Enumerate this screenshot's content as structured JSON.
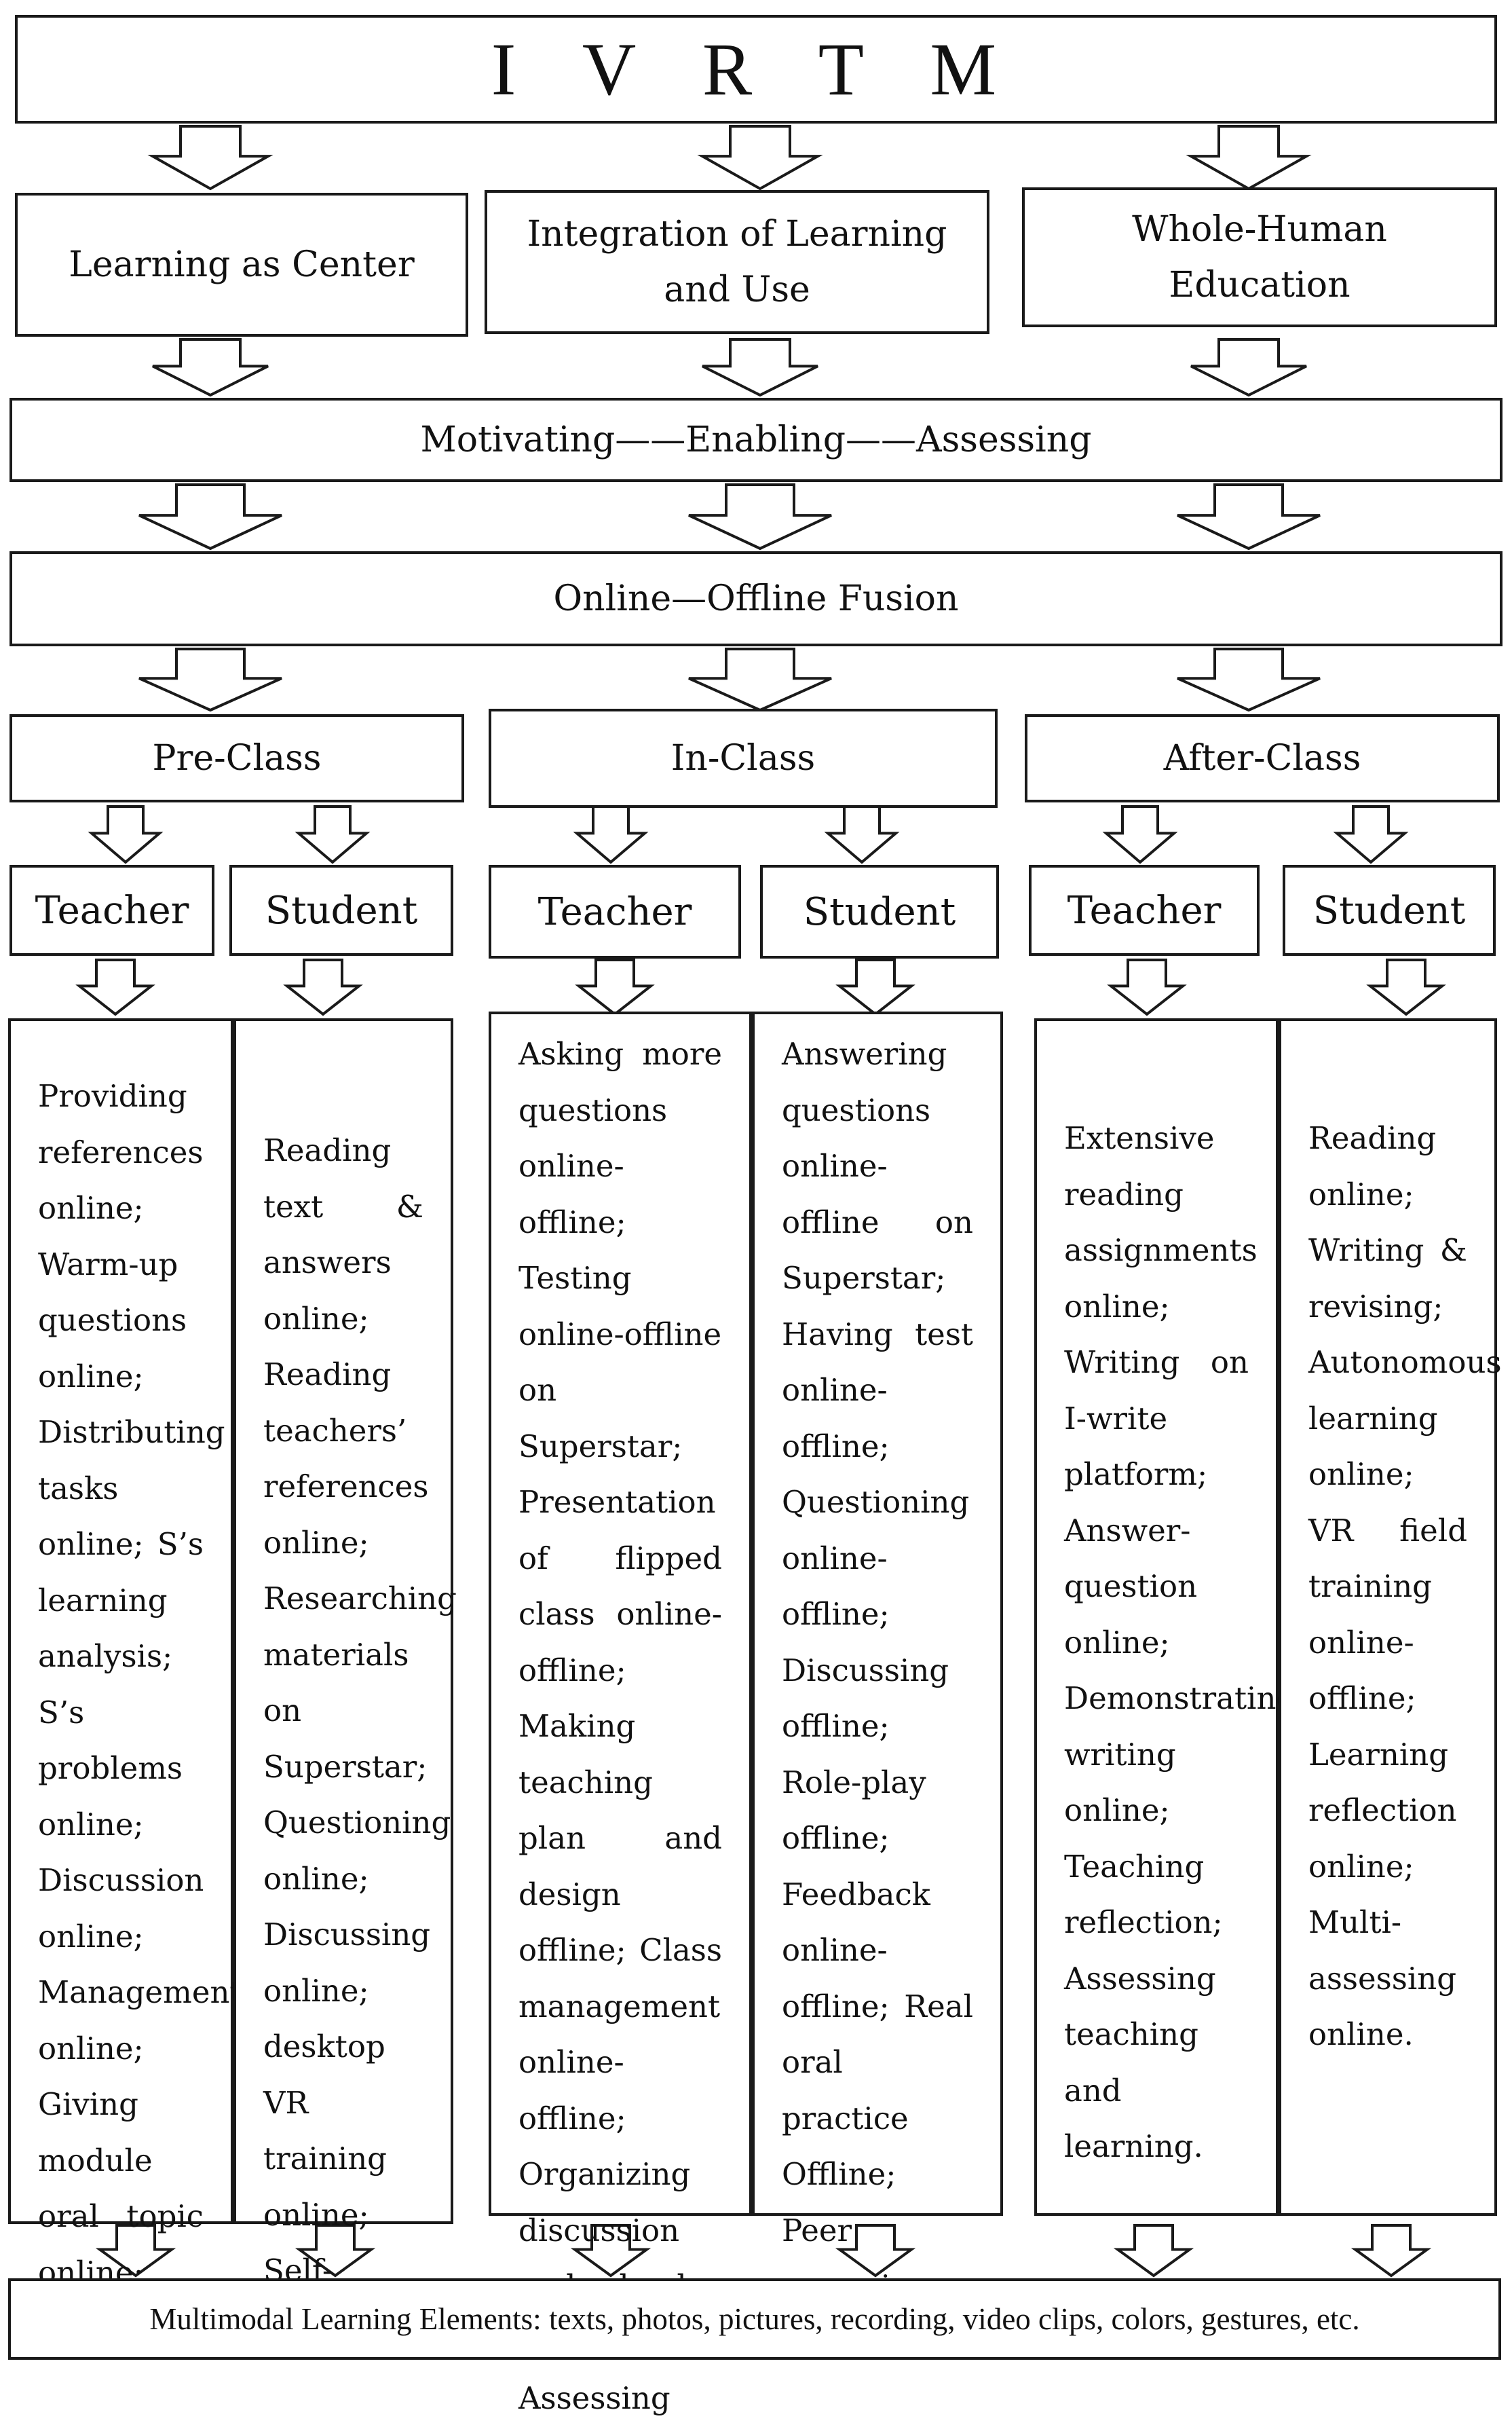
{
  "title": "I V R T M",
  "principles": [
    "Learning as Center",
    "Integration of Learning and Use",
    "Whole-Human Education"
  ],
  "methods_band": "Motivating——Enabling——Assessing",
  "fusion_band": "Online—Offline Fusion",
  "stages": [
    "Pre-Class",
    "In-Class",
    "After-Class"
  ],
  "roles": {
    "teacher": "Teacher",
    "student": "Student"
  },
  "activities": {
    "pre_teacher": "Providing references online; Warm-up questions online; Distributing tasks online; S’s learning analysis; S’s problems online; Discussion online; Management online; Giving module oral topic online; Assessing.",
    "pre_student": "Reading text & answers online; Reading teachers’ references online; Researching materials on Superstar; Questioning online; Discussing online; desktop VR training online; Self-assessing.",
    "in_teacher": "Asking more questions online-offline; Testing online-offline on Superstar; Presentation of flipped class online-offline; Making teaching plan and design offline; Class management online-offline; Organizing discussion and role-play offline; Assessing",
    "in_student": "Answering questions online-offline on Superstar; Having test online-offline; Questioning online-offline; Discussing offline; Role-play offline; Feedback online-offline; Real oral practice Offline; Peer assessing",
    "after_teacher": "Extensive reading assignments online; Writing on I-write platform; Answer-question online; Demonstrating writing online; Teaching reflection; Assessing teaching and learning.",
    "after_student": "Reading online; Writing & revising; Autonomous learning online; VR field training online-offline; Learning reflection online; Multi-assessing online."
  },
  "bottom": "Multimodal Learning Elements: texts, photos, pictures, recording, video clips, colors, gestures, etc."
}
